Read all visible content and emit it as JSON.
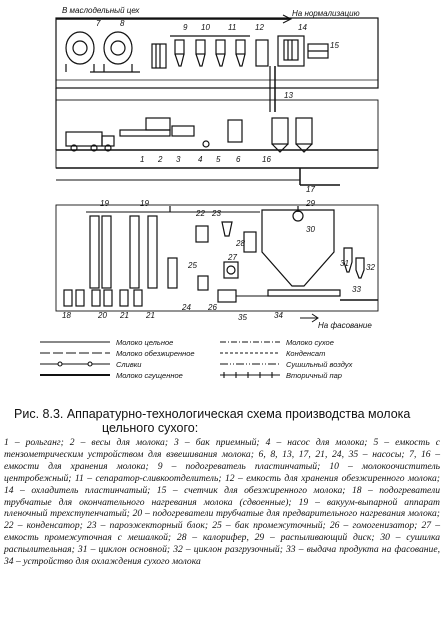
{
  "labels": {
    "butter_shop": "В маслодельный цех",
    "to_normalization": "На нормализацию",
    "to_packaging": "На фасование"
  },
  "numbers": {
    "top": [
      "7",
      "8",
      "9",
      "10",
      "11",
      "12",
      "13",
      "14",
      "15"
    ],
    "mid": [
      "1",
      "2",
      "3",
      "4",
      "5",
      "6",
      "16",
      "17"
    ],
    "bottom_top": [
      "19",
      "19",
      "22",
      "23",
      "29",
      "30"
    ],
    "bottom_right": [
      "28",
      "25",
      "27",
      "31",
      "32",
      "33"
    ],
    "bottom_low": [
      "18",
      "20",
      "21",
      "24",
      "26",
      "35",
      "34",
      "21"
    ]
  },
  "legend": {
    "whole_milk": "Молоко цельное",
    "skim_milk": "Молоко обезжиренное",
    "cream": "Сливки",
    "condensed_milk": "Молоко сгущенное",
    "dry_milk": "Молоко сухое",
    "condensate": "Конденсат",
    "dry_air": "Сушильный воздух",
    "secondary_steam": "Вторичный пар"
  },
  "caption": {
    "line1": "Рис. 8.3. Аппаратурно-технологическая схема производства молока",
    "line2": "цельного сухого:"
  },
  "description": "1 – рольганг; 2 – весы для молока; 3 – бак приемный; 4 – насос для молока; 5 – емкость с тензометрическим устройством для взвешивания молока; 6, 8, 13, 17, 21, 24, 35 – насосы; 7, 16 – емкости для хранения молока; 9 – подогреватель пластинчатый; 10 – молокоочиститель центробежный; 11 – сепаратор-сливкоотделитель; 12 – емкость для хранения обезжиренного молока; 14 – охладитель пластинчатый; 15 – счетчик для обезжиренного молока; 18 – подогреватели трубчатые для окончательного нагревания молока (сдвоенные); 19 – вакуум-выпарной аппарат пленочный трехступенчатый; 20 – подогреватели трубчатые для предварительного нагревания молока; 22 – конденсатор; 23 – пароэжекторный блок; 25 – бак промежуточный; 26 – гомогенизатор; 27 – емкость промежуточная с мешалкой; 28 – калорифер, 29 – распыливающий диск; 30 – сушилка распылительная; 31 – циклон основной; 32 – циклон разгрузочный; 33 – выдача продукта на фасование, 34 – устройство для охлаждения сухого молока"
}
